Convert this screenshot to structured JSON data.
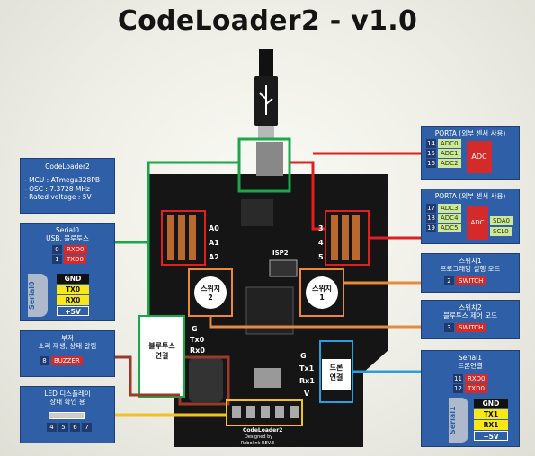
{
  "title": "CodeLoader2 - v1.0",
  "info_panel": {
    "title": "CodeLoader2",
    "lines": [
      "- MCU : ATmega328PB",
      "- OSC : 7.3728 MHz",
      "- Rated voltage : 5V"
    ]
  },
  "porta1": {
    "title": "PORTA (외부 센서 사용)",
    "pins": [
      "14",
      "15",
      "16"
    ],
    "labels": [
      "ADC0",
      "ADC1",
      "ADC2"
    ],
    "chip": "ADC"
  },
  "porta2": {
    "title": "PORTA (외부 센서 사용)",
    "pins": [
      "17",
      "18",
      "19"
    ],
    "labels": [
      "ADC3",
      "ADC4",
      "ADC5"
    ],
    "chip": "ADC",
    "alt": [
      "SDA0",
      "SCL0"
    ]
  },
  "serial0": {
    "title": "Serial0",
    "subtitle": "USB, 블루투스",
    "pins": [
      "0",
      "1"
    ],
    "labels": [
      "RXD0",
      "TXD0"
    ],
    "connector_label": "Serial0",
    "connector": [
      "GND",
      "TX0",
      "RX0",
      "+5V"
    ]
  },
  "switch1": {
    "title": "스위치1",
    "subtitle": "프로그래밍 실행 모드",
    "pin": "2",
    "label": "SWITCH"
  },
  "switch2": {
    "title": "스위치2",
    "subtitle": "블루투스 제어 모드",
    "pin": "3",
    "label": "SWITCH"
  },
  "buzzer": {
    "title": "부저",
    "subtitle": "소리 재생, 상태 알림",
    "pin": "8",
    "label": "BUZZER"
  },
  "led": {
    "title": "LED 디스플레이",
    "subtitle": "상태 확인 용",
    "pins": [
      "4",
      "5",
      "6",
      "7"
    ]
  },
  "serial1": {
    "title": "Serial1",
    "subtitle": "드론연결",
    "pins": [
      "11",
      "12"
    ],
    "labels": [
      "RXD0",
      "TXD0"
    ],
    "connector_label": "Serial1",
    "connector": [
      "GND",
      "TX1",
      "RX1",
      "+5V"
    ]
  },
  "board": {
    "sw2": "스위치\n2",
    "sw1": "스위치\n1",
    "bt": "블루투스\n연결",
    "drone": "드론\n연결",
    "a0": "A0",
    "a1": "A1",
    "a2": "A2",
    "d3": "3",
    "d4": "4",
    "d5": "5",
    "gnd": "G",
    "tx0": "Tx0",
    "rx0": "Rx0",
    "v": "V",
    "tx1": "Tx1",
    "rx1": "Rx1",
    "isp": "ISP2",
    "brand": "CodeLoader2",
    "designer": "Designed by",
    "company": "Robolink REV.3"
  },
  "colors": {
    "panel": "#2f5fa6",
    "red": "#d42a2a",
    "green": "#1aa84a",
    "orange": "#e88a3a",
    "yellow": "#f3c21d",
    "blue": "#28a0e0",
    "brown": "#9a3a2a"
  }
}
